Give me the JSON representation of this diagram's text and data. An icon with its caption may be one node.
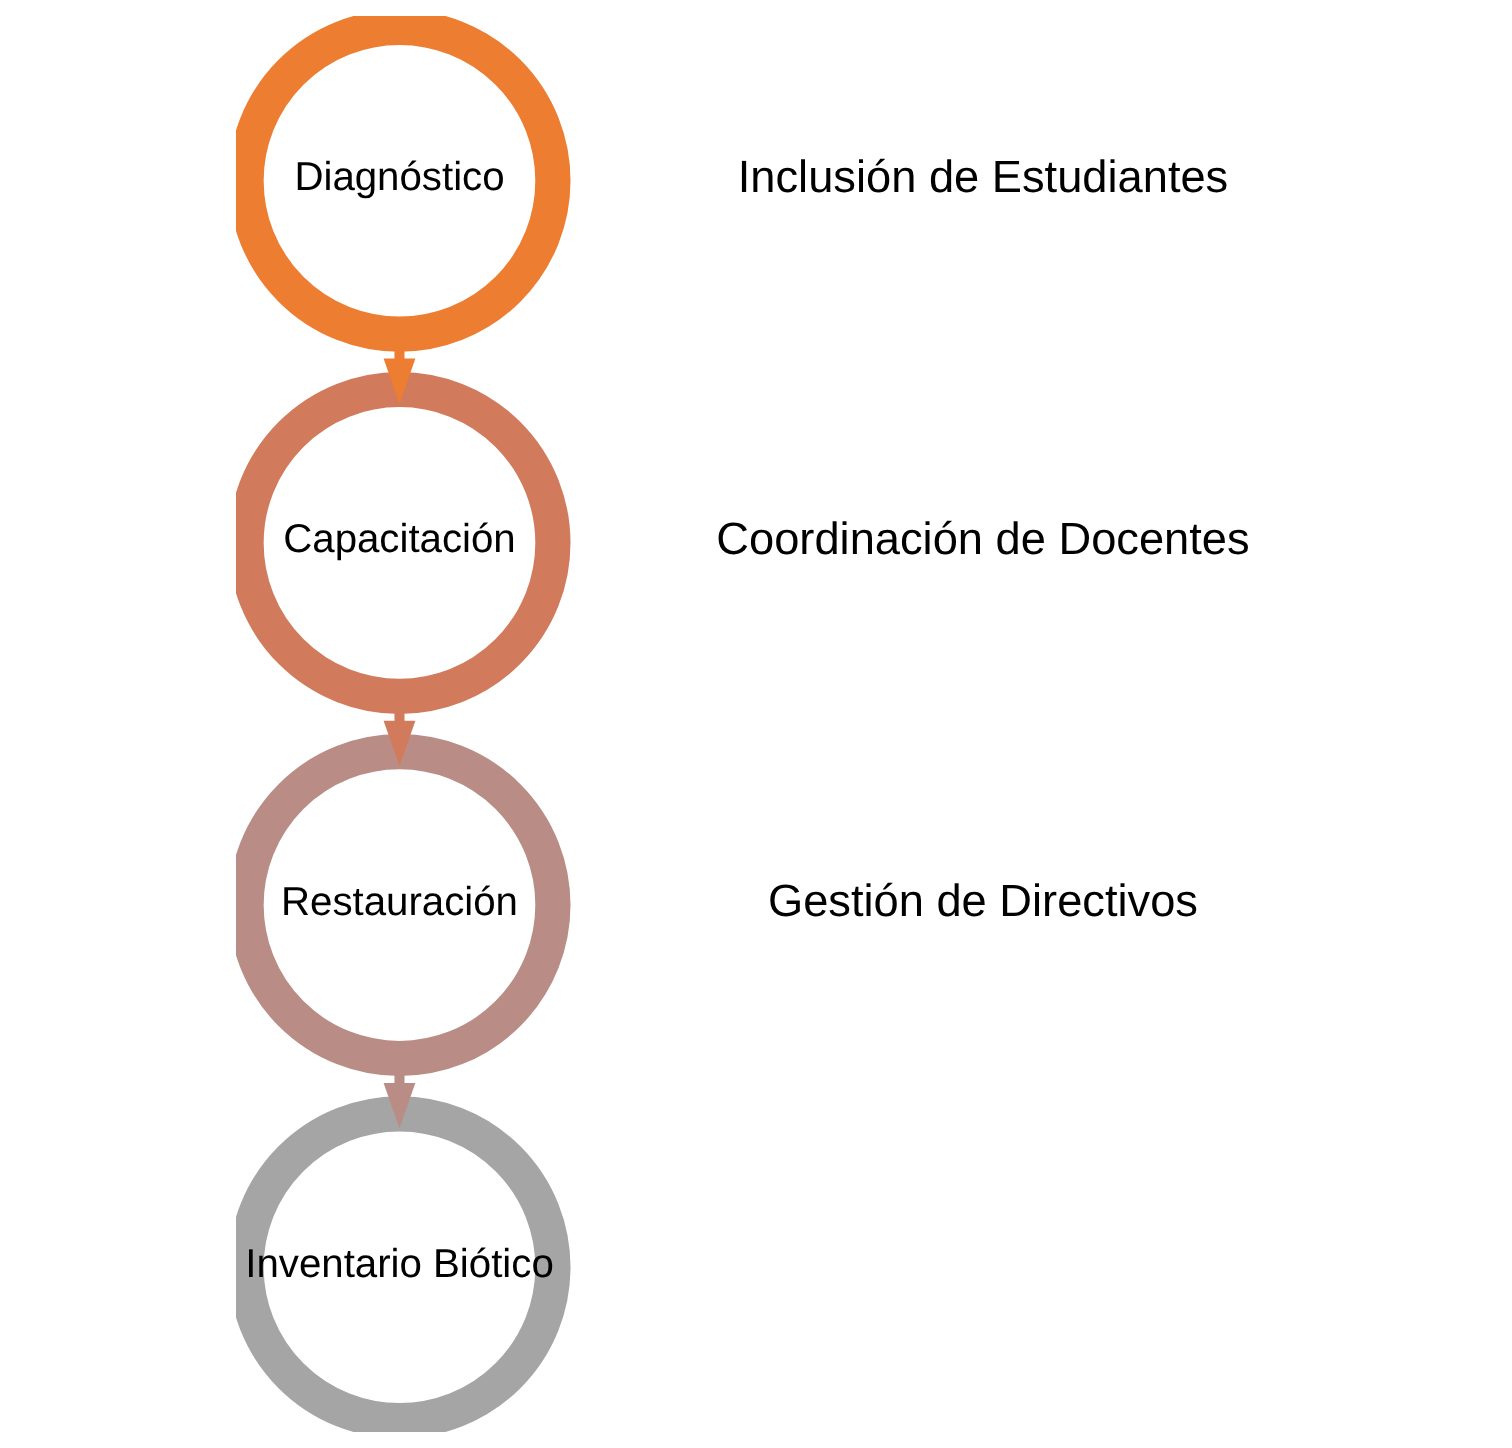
{
  "diagram": {
    "nodes": [
      {
        "text": [
          "Diagnóstico"
        ]
      },
      {
        "text": [
          "Capacitación"
        ]
      },
      {
        "text": [
          "Restauración"
        ]
      },
      {
        "text": [
          "Inventario Biótico"
        ]
      }
    ],
    "edges": [
      {
        "from": 0,
        "to": 1,
        "arrow": "to",
        "color": "#ed7d31"
      },
      {
        "from": 1,
        "to": 2,
        "arrow": "to",
        "color": "#d27b5c"
      },
      {
        "from": 2,
        "to": 3,
        "arrow": "to",
        "color": "#b98d85"
      }
    ],
    "labels": [
      "Inclusión de Estudiantes",
      "Coordinación de Docentes",
      "Gestión de Directivos"
    ]
  }
}
